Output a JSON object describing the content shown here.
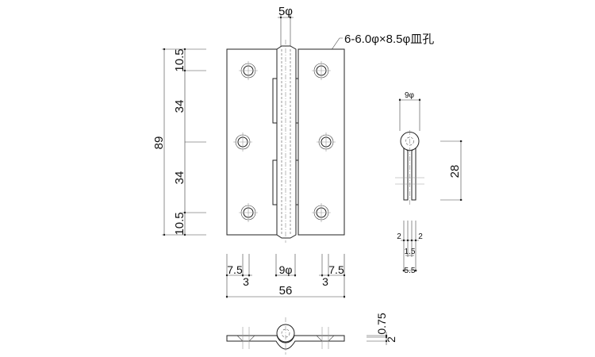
{
  "drawing": {
    "pin_diameter_label": "5φ",
    "hole_callout": "6-6.0φ×8.5φ皿孔",
    "front_view": {
      "overall_height": "89",
      "top_offset": "10.5",
      "upper_pitch": "34",
      "lower_pitch": "34",
      "bottom_offset": "10.5"
    },
    "width_dims": {
      "left_edge_to_hole": "7.5",
      "left_hole_gap": "3",
      "knuckle_diameter": "9φ",
      "right_hole_gap": "3",
      "right_edge_to_hole": "7.5",
      "overall_width": "56"
    },
    "side_view": {
      "knuckle_diameter": "9φ",
      "leaf_length": "28",
      "left_thickness": "2",
      "right_thickness": "2",
      "gap": "1.5",
      "total_thickness": "5.5"
    },
    "bottom_view": {
      "clearance": "0.75",
      "thickness": "2"
    }
  }
}
